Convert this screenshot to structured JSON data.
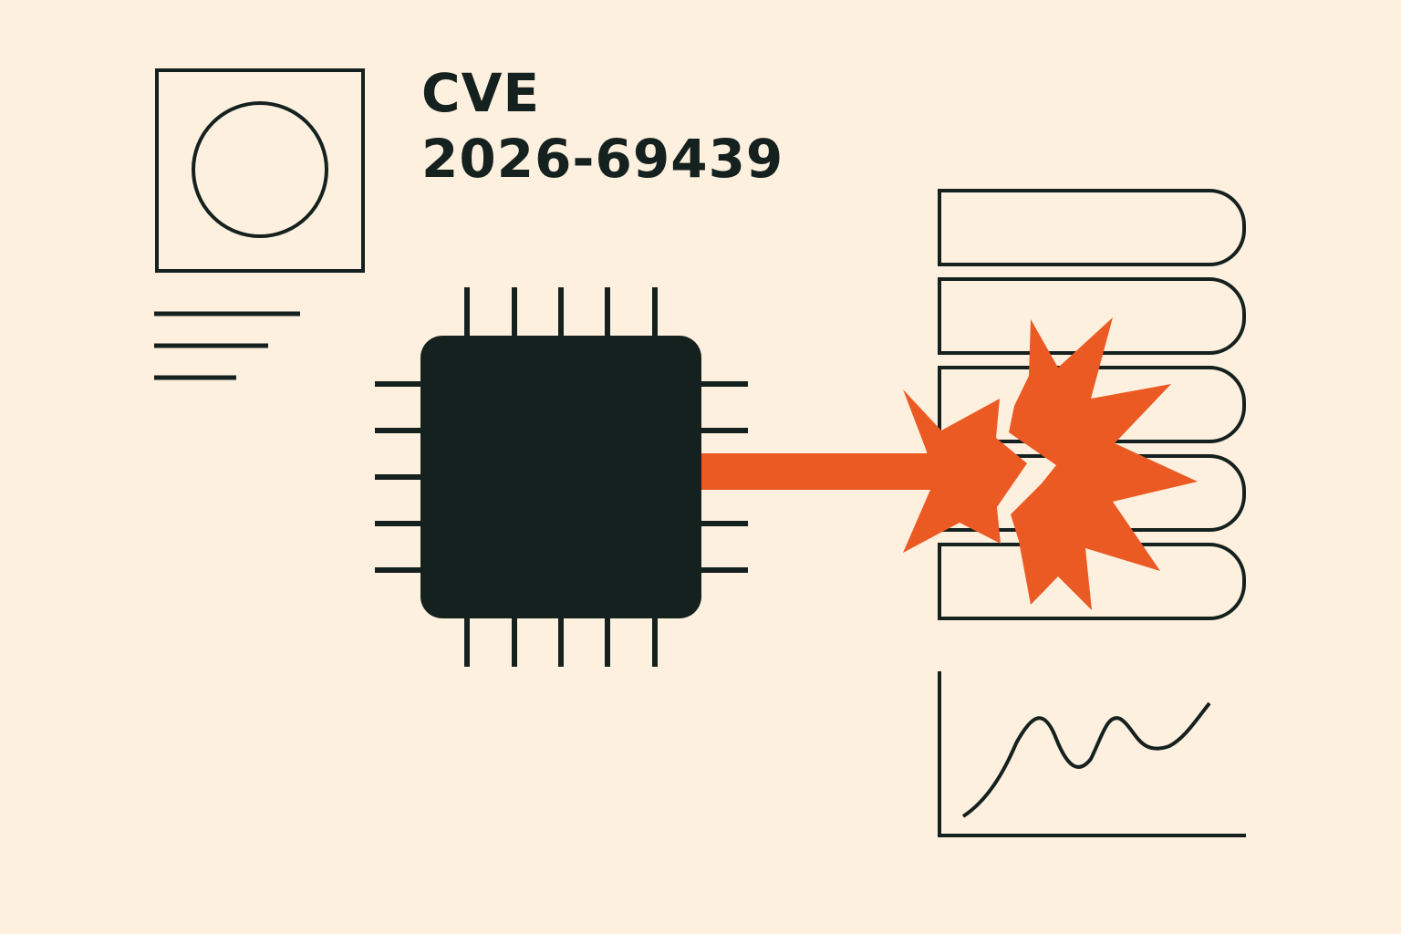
{
  "title": {
    "line1": "CVE",
    "line2": "2026-69439"
  },
  "colors": {
    "background": "#fdf0de",
    "ink": "#15211f",
    "accent": "#ec5a24"
  },
  "icons": {
    "image_placeholder": "image-placeholder-icon",
    "text_lines": "text-lines-icon",
    "chip": "cpu-chip-icon",
    "attack_arrow": "attack-arrow",
    "explosion": "explosion-burst-icon",
    "memory_stack": "memory-stack-icon",
    "chart": "line-chart-icon"
  }
}
